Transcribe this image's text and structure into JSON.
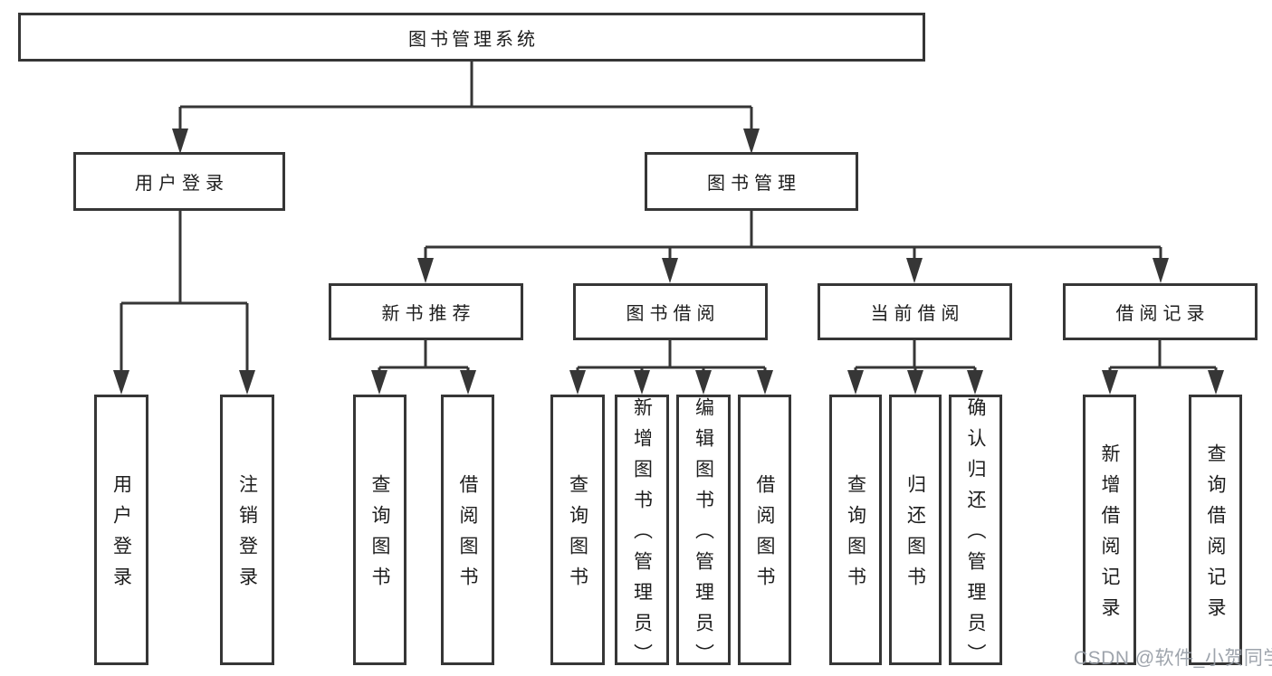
{
  "diagram": {
    "title": "图书管理系统",
    "watermark": "CSDN @软件_小贺同学",
    "colors": {
      "line": "#363636",
      "box_border": "#363636",
      "text": "#1d1d1d",
      "watermark": "#969ca5",
      "background": "#ffffff"
    },
    "tree": {
      "label": "图书管理系统",
      "children": [
        {
          "label": "用户登录",
          "children": [
            {
              "label": "用户登录"
            },
            {
              "label": "注销登录"
            }
          ]
        },
        {
          "label": "图书管理",
          "children": [
            {
              "label": "新书推荐",
              "children": [
                {
                  "label": "查询图书"
                },
                {
                  "label": "借阅图书"
                }
              ]
            },
            {
              "label": "图书借阅",
              "children": [
                {
                  "label": "查询图书"
                },
                {
                  "label": "新增图书（管理员）"
                },
                {
                  "label": "编辑图书（管理员）"
                },
                {
                  "label": "借阅图书"
                }
              ]
            },
            {
              "label": "当前借阅",
              "children": [
                {
                  "label": "查询图书"
                },
                {
                  "label": "归还图书"
                },
                {
                  "label": "确认归还（管理员）"
                }
              ]
            },
            {
              "label": "借阅记录",
              "children": [
                {
                  "label": "新增借阅记录"
                },
                {
                  "label": "查询借阅记录"
                }
              ]
            }
          ]
        }
      ]
    }
  }
}
